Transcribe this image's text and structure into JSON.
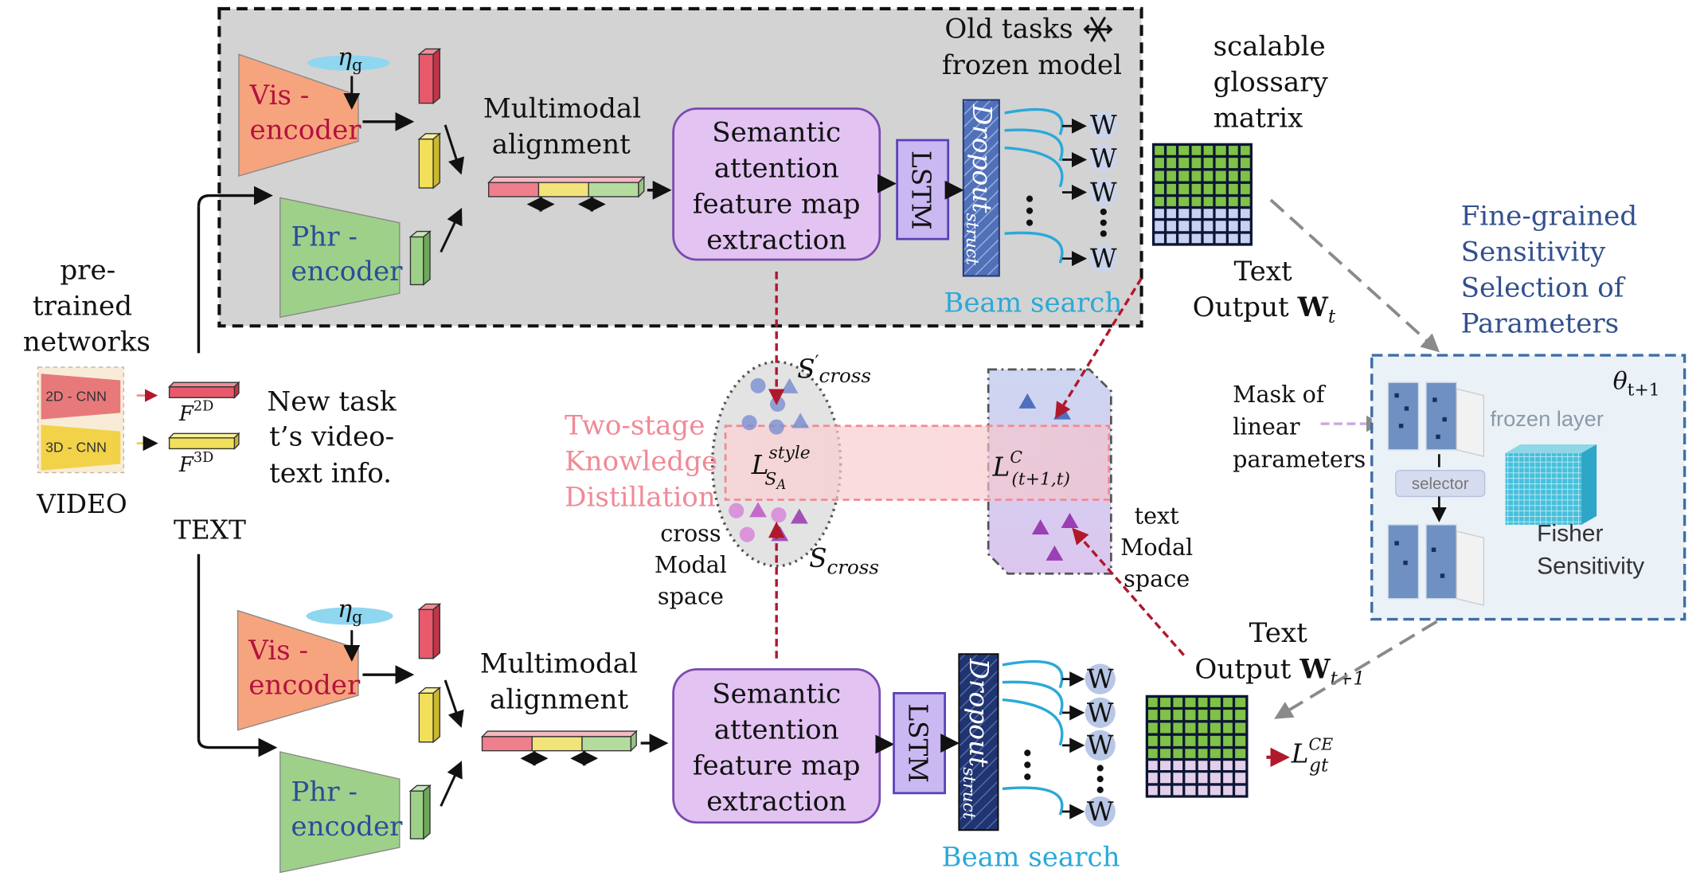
{
  "top_branch": {
    "frozen_label": [
      "Old tasks",
      "frozen model"
    ],
    "vis_encoder": [
      "Vis -",
      "encoder"
    ],
    "phr_encoder": [
      "Phr -",
      "encoder"
    ],
    "eta": "η",
    "eta_sub": "g",
    "mm_align": [
      "Multimodal",
      "alignment"
    ],
    "semantic": [
      "Semantic",
      "attention",
      "feature map",
      "extraction"
    ],
    "lstm": "LSTM",
    "dropout": "Dropout",
    "dropout_sub": "struct",
    "w": "W",
    "beam": "Beam search"
  },
  "bottom_branch": {
    "vis_encoder": [
      "Vis -",
      "encoder"
    ],
    "phr_encoder": [
      "Phr -",
      "encoder"
    ],
    "eta": "η",
    "eta_sub": "g",
    "mm_align": [
      "Multimodal",
      "alignment"
    ],
    "semantic": [
      "Semantic",
      "attention",
      "feature map",
      "extraction"
    ],
    "lstm": "LSTM",
    "dropout": "Dropout",
    "dropout_sub": "struct",
    "w": "W",
    "beam": "Beam search"
  },
  "left": {
    "pretrained": [
      "pre-",
      "trained",
      "networks"
    ],
    "cnn2d": "2D - CNN",
    "cnn3d": "3D - CNN",
    "video": "VIDEO",
    "text": "TEXT",
    "f2d": "F",
    "f2d_sup": "2D",
    "f3d": "F",
    "f3d_sup": "3D",
    "new_task": [
      "New task",
      "t’s video-",
      "text info."
    ]
  },
  "middle": {
    "kd": [
      "Two-stage",
      "Knowledge",
      "Distillation"
    ],
    "s_cross_prime": "S",
    "s_cross_prime_sup": "′",
    "s_cross_prime_sub": "cross",
    "s_cross": "S",
    "s_cross_sub": "cross",
    "l_style": "L",
    "l_style_sup": "style",
    "l_style_sub": "S",
    "l_style_subsub": "A",
    "l_c": "L",
    "l_c_sup": "C",
    "l_c_sub": "(t+1,t)",
    "cross_modal": [
      "cross",
      "Modal",
      "space"
    ],
    "text_modal": [
      "text",
      "Modal",
      "space"
    ]
  },
  "right": {
    "glossary": [
      "scalable",
      "glossary",
      "matrix"
    ],
    "text_out_top": [
      "Text",
      "Output "
    ],
    "w_t": "W",
    "w_t_sub": "t",
    "text_out_bot": [
      "Text",
      "Output "
    ],
    "w_t1": "W",
    "w_t1_sub": "t+1",
    "l_gt": "L",
    "l_gt_sup": "CE",
    "l_gt_sub": "gt",
    "fine_grained": [
      "Fine-grained",
      "Sensitivity",
      "Selection of",
      "Parameters"
    ],
    "mask": [
      "Mask of",
      "linear",
      "parameters"
    ],
    "theta": "θ",
    "theta_sub": "t+1",
    "frozen_layer": "frozen layer",
    "selector": "selector",
    "fisher": [
      "Fisher",
      "Sensitivity"
    ]
  },
  "colors": {
    "vis_fill": "#f6a47e",
    "phr_fill": "#9fd08a",
    "purple_box": "#e2c3f2",
    "beam_blue": "#2aa9d8",
    "kd_pink": "#f08a96",
    "fine_blue": "#33508e",
    "dark_red": "#b0182b"
  }
}
